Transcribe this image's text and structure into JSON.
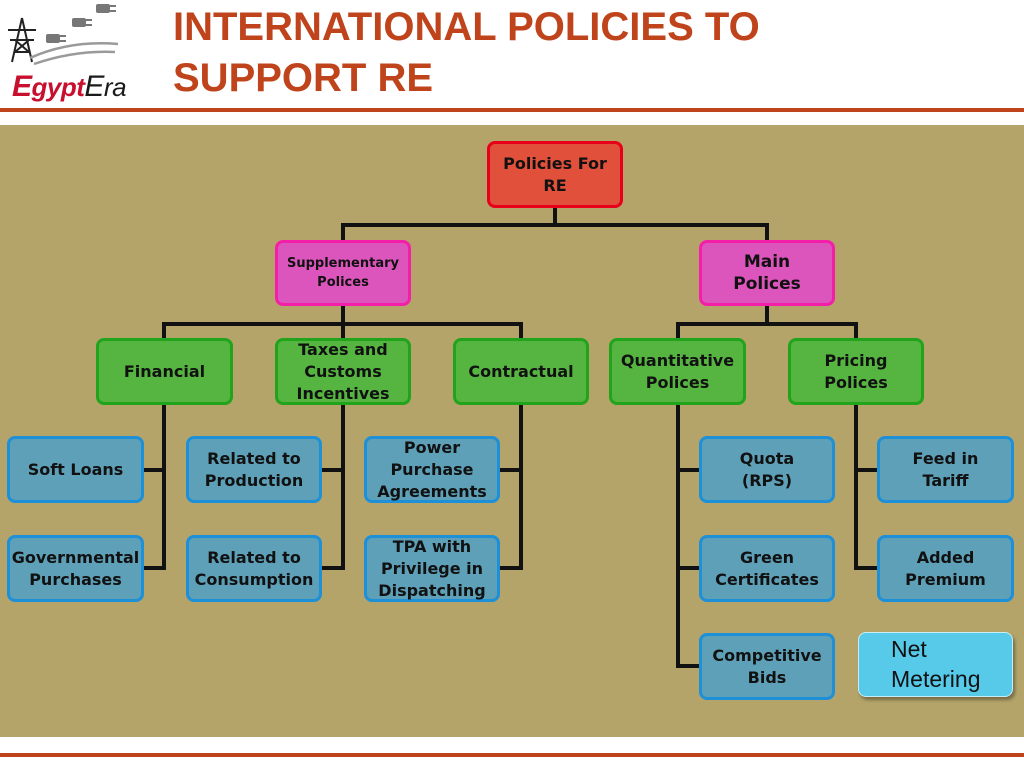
{
  "header": {
    "title": "INTERNATIONAL POLICIES TO\nSUPPORT RE",
    "logo": {
      "letter_e1": "E",
      "word1": "gypt",
      "letter_e2": "E",
      "word2": "ra",
      "icon": "power-tower-plug-icon",
      "brand_colors": {
        "red": "#c8102e",
        "dark": "#1a1a1a"
      }
    }
  },
  "colors": {
    "title": "#c0441b",
    "panel": "#b4a46a",
    "root_box": "#e0503a",
    "category_box": "#dc55bc",
    "type_box": "#55b540",
    "instrument_box": "#5da0b8",
    "net_metering_box": "#57caea"
  },
  "diagram": {
    "root": "Policies For RE",
    "supplementary": "Supplementary\nPolices",
    "main": "Main\nPolices",
    "financial": "Financial",
    "taxes": "Taxes and\nCustoms\nIncentives",
    "contractual": "Contractual",
    "quantitative": "Quantitative\nPolices",
    "pricing": "Pricing\nPolices",
    "soft_loans": "Soft Loans",
    "gov_purchases": "Governmental\nPurchases",
    "related_production": "Related to\nProduction",
    "related_consumption": "Related to\nConsumption",
    "ppa": "Power\nPurchase\nAgreements",
    "tpa": "TPA with\nPrivilege  in\nDispatching",
    "quota": "Quota\n(RPS)",
    "green_certs": "Green\nCertificates",
    "competitive_bids": "Competitive\nBids",
    "feed_in": "Feed in\nTariff",
    "added_premium": "Added\nPremium",
    "net_metering": "Net\nMetering"
  }
}
